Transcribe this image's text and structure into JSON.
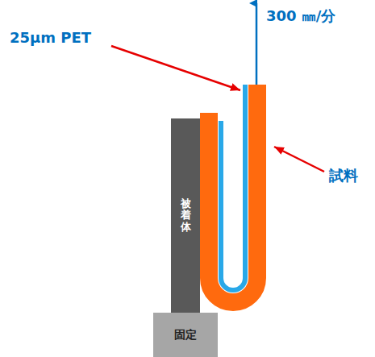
{
  "diagram": {
    "nodes": [
      {
        "text": [
          "被着体"
        ]
      },
      {
        "text": [
          "固定"
        ]
      }
    ],
    "labels": [
      "25μm PET",
      "300 ㎜/分",
      "試料"
    ]
  }
}
